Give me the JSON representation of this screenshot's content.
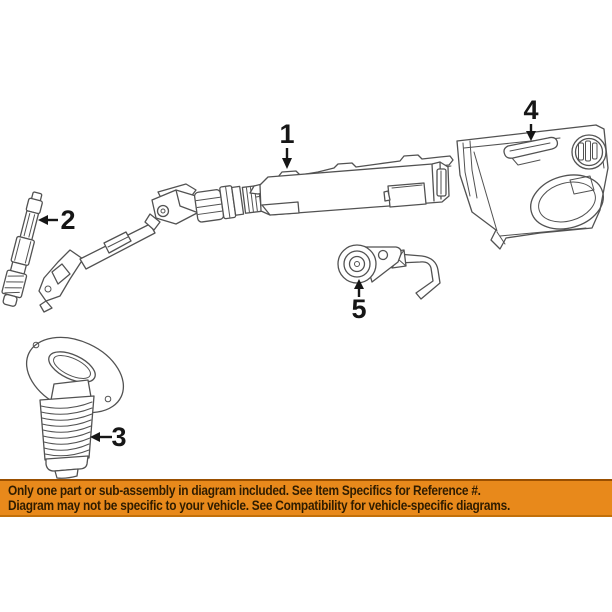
{
  "diagram": {
    "type": "parts-line-diagram",
    "line_color": "#525252",
    "label_color": "#161616",
    "labels": [
      {
        "number": "1"
      },
      {
        "number": "2"
      },
      {
        "number": "3"
      },
      {
        "number": "4"
      },
      {
        "number": "5"
      }
    ]
  },
  "banner": {
    "line1": "Only one part or sub-assembly in diagram included. See Item Specifics for Reference #.",
    "line2": "Diagram may not be specific to your vehicle. See Compatibility for vehicle-specific diagrams.",
    "background_color": "#e8891b",
    "text_color": "#2f1c00"
  }
}
